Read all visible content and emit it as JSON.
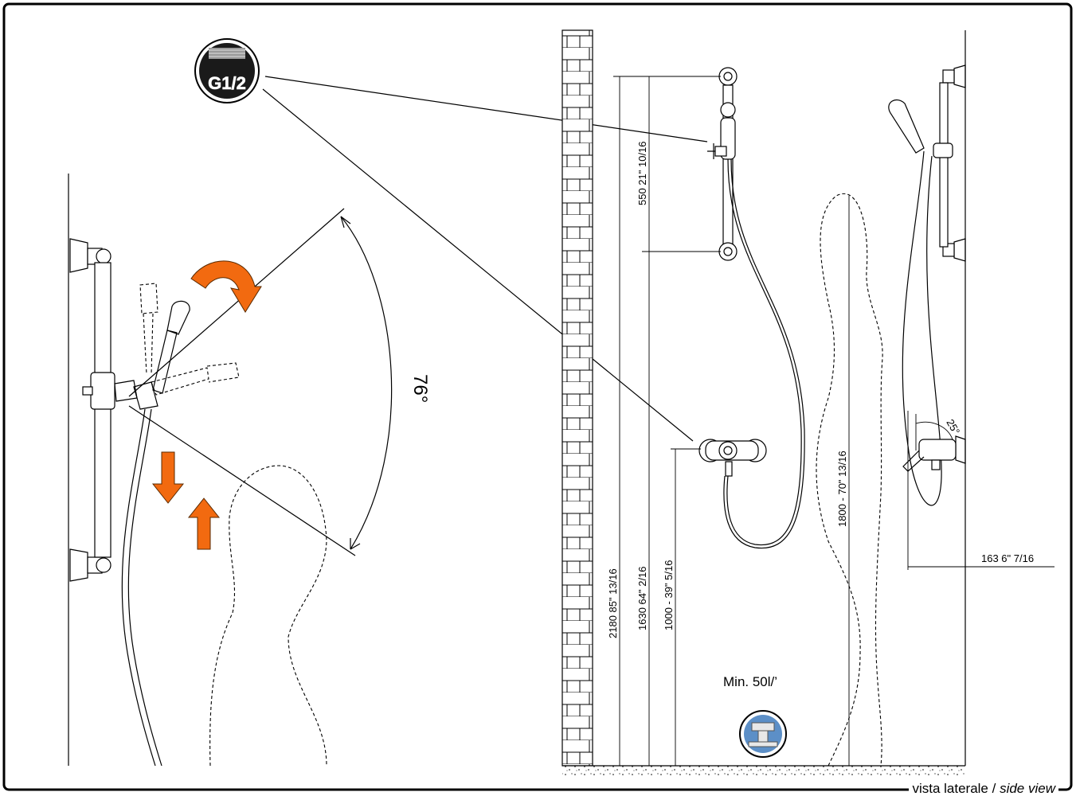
{
  "thread_badge": {
    "label": "G1/2",
    "icon": "thread-g12-icon"
  },
  "angles": {
    "rotation": "76°",
    "tilt": "25°"
  },
  "dimensions": {
    "bar": "550  21\" 10/16",
    "total": "2180 85\" 13/16",
    "bar_top": "1630 64\" 2/16",
    "mixer": "1000 - 39\" 5/16",
    "user": "1800 - 70\" 13/16",
    "projection": "163  6\" 7/16"
  },
  "flow": {
    "label": "Min. 50l/’",
    "icon": "flow-rate-icon"
  },
  "caption": {
    "main": "vista laterale /",
    "italic": "side view"
  },
  "colors": {
    "accent": "#f26a10",
    "line": "#000000"
  }
}
